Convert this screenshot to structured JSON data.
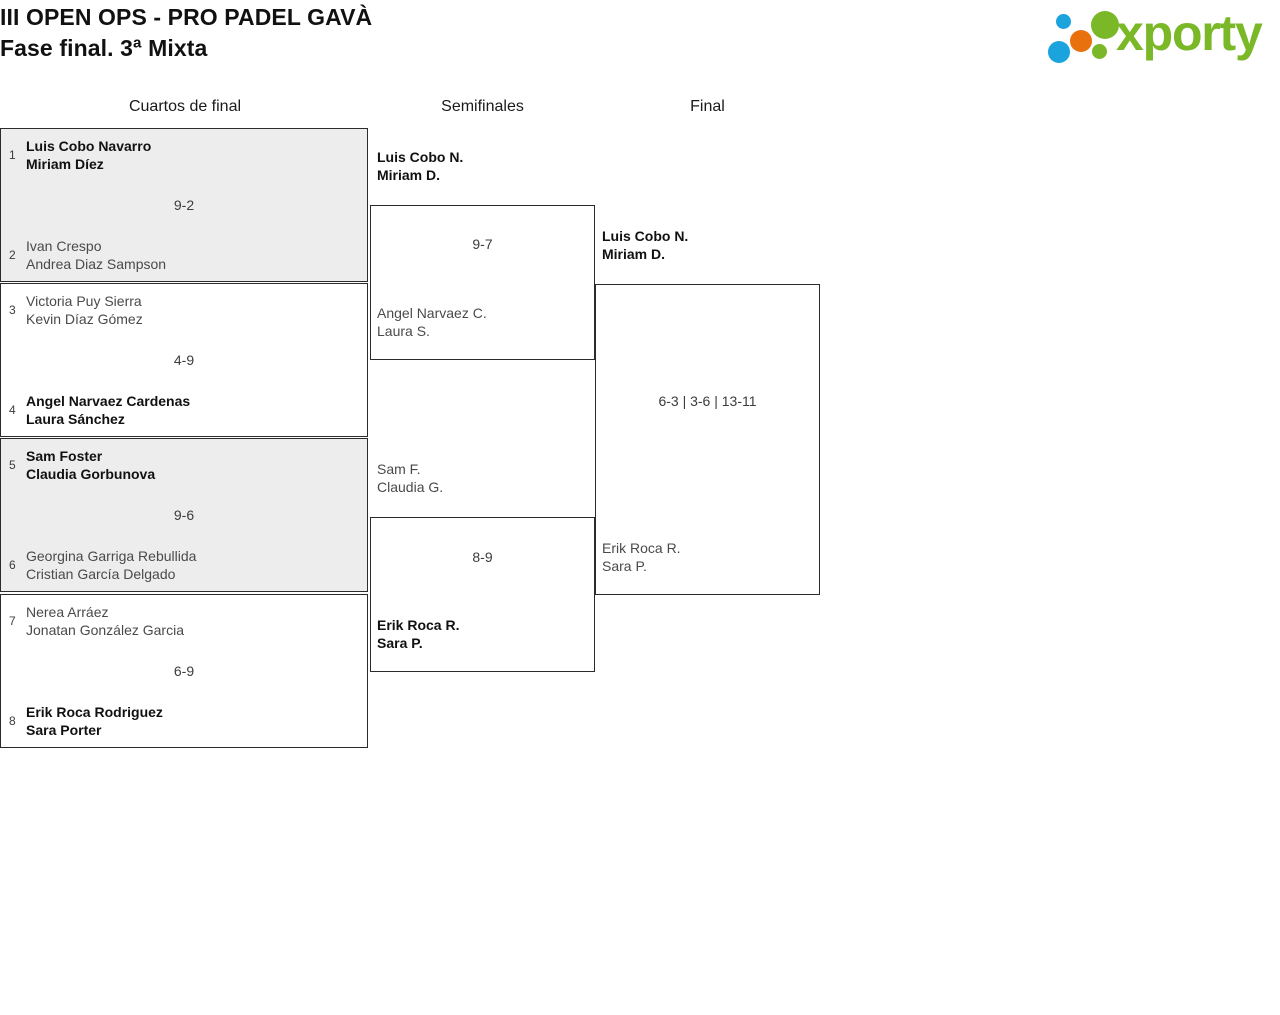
{
  "header": {
    "title_line1": "III OPEN OPS - PRO PADEL GAVÀ",
    "title_line2": "Fase final. 3ª Mixta",
    "logo_text": "xporty",
    "logo_colors": {
      "green": "#7ab828",
      "blue": "#1aa3dd",
      "orange": "#e8700d"
    }
  },
  "rounds": {
    "quarterfinals_label": "Cuartos de final",
    "semifinals_label": "Semifinales",
    "final_label": "Final"
  },
  "quarterfinals": [
    {
      "shaded": true,
      "score": "9-2",
      "top": {
        "seed": "1",
        "player1": "Luis Cobo Navarro",
        "player2": "Miriam Díez",
        "winner": true
      },
      "bottom": {
        "seed": "2",
        "player1": "Ivan Crespo",
        "player2": "Andrea Diaz Sampson",
        "winner": false
      }
    },
    {
      "shaded": false,
      "score": "4-9",
      "top": {
        "seed": "3",
        "player1": "Victoria Puy Sierra",
        "player2": "Kevin Díaz Gómez",
        "winner": false
      },
      "bottom": {
        "seed": "4",
        "player1": "Angel Narvaez Cardenas",
        "player2": "Laura Sánchez",
        "winner": true
      }
    },
    {
      "shaded": true,
      "score": "9-6",
      "top": {
        "seed": "5",
        "player1": "Sam Foster",
        "player2": "Claudia Gorbunova",
        "winner": true
      },
      "bottom": {
        "seed": "6",
        "player1": "Georgina Garriga Rebullida",
        "player2": "Cristian García Delgado",
        "winner": false
      }
    },
    {
      "shaded": false,
      "score": "6-9",
      "top": {
        "seed": "7",
        "player1": "Nerea Arráez",
        "player2": "Jonatan González Garcia",
        "winner": false
      },
      "bottom": {
        "seed": "8",
        "player1": "Erik Roca Rodriguez",
        "player2": "Sara Porter",
        "winner": true
      }
    }
  ],
  "semifinals": [
    {
      "score": "9-7",
      "top": {
        "player1": "Luis Cobo N.",
        "player2": "Miriam D.",
        "winner": true
      },
      "bottom": {
        "player1": "Angel Narvaez C.",
        "player2": "Laura S.",
        "winner": false
      }
    },
    {
      "score": "8-9",
      "top": {
        "player1": "Sam F.",
        "player2": "Claudia G.",
        "winner": false
      },
      "bottom": {
        "player1": "Erik Roca R.",
        "player2": "Sara P.",
        "winner": true
      }
    }
  ],
  "final": {
    "score": "6-3 | 3-6 | 13-11",
    "top": {
      "player1": "Luis Cobo N.",
      "player2": "Miriam D.",
      "winner": true
    },
    "bottom": {
      "player1": "Erik Roca R.",
      "player2": "Sara P.",
      "winner": false
    }
  }
}
